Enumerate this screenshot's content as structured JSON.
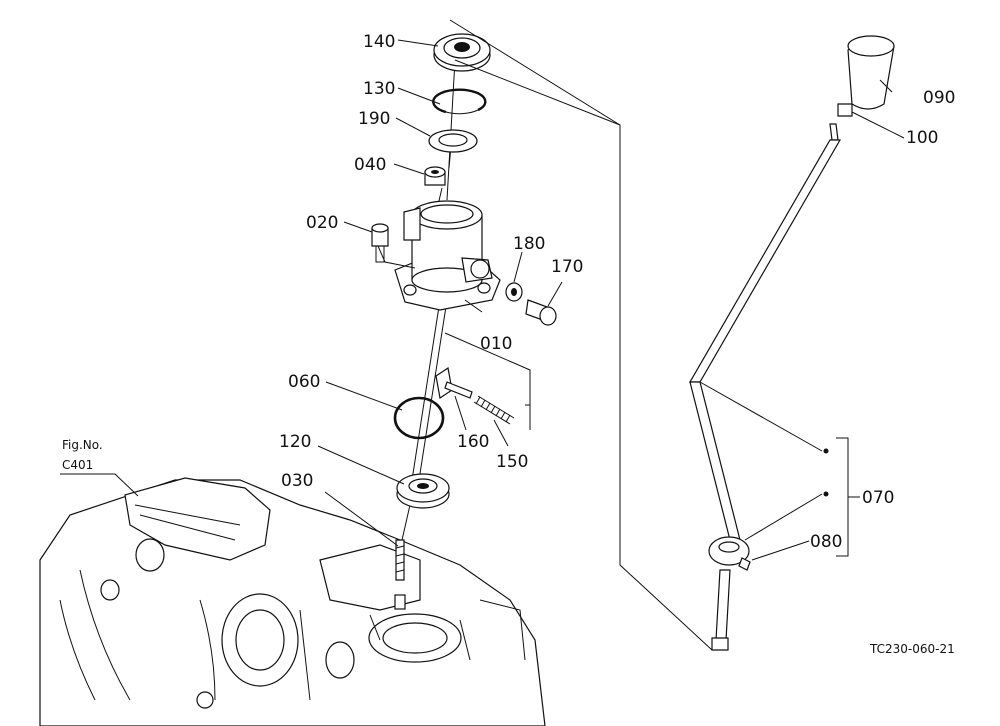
{
  "parts": {
    "p140": "140",
    "p130": "130",
    "p190": "190",
    "p040": "040",
    "p020": "020",
    "p180": "180",
    "p170": "170",
    "p010": "010",
    "p060": "060",
    "p160": "160",
    "p150": "150",
    "p120": "120",
    "p030": "030",
    "p090": "090",
    "p100": "100",
    "p070": "070",
    "p080": "080"
  },
  "reference": {
    "fig_label": "Fig.No.",
    "fig_number": "C401"
  },
  "drawing_code": "TC230-060-21"
}
